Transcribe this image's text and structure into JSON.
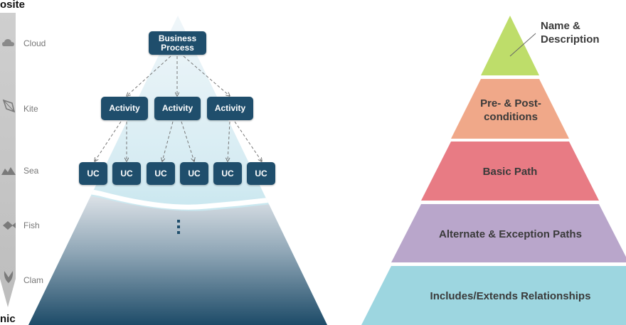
{
  "corners": {
    "top_left": "osite",
    "bottom_left": "nic"
  },
  "levels": [
    {
      "label": "Cloud",
      "icon": "cloud-icon"
    },
    {
      "label": "Kite",
      "icon": "kite-icon"
    },
    {
      "label": "Sea",
      "icon": "sea-waves-icon"
    },
    {
      "label": "Fish",
      "icon": "fish-icon"
    },
    {
      "label": "Clam",
      "icon": "clam-icon"
    }
  ],
  "hierarchy": {
    "root": "Business Process",
    "activities": [
      "Activity",
      "Activity",
      "Activity"
    ],
    "use_cases": [
      "UC",
      "UC",
      "UC",
      "UC",
      "UC",
      "UC"
    ]
  },
  "pyramid": {
    "tiers": [
      {
        "label": "Name & Description",
        "color": "#bedd6a"
      },
      {
        "label": "Pre- & Post-conditions",
        "color": "#f0a889"
      },
      {
        "label": "Basic Path",
        "color": "#e87b84"
      },
      {
        "label": "Alternate & Exception Paths",
        "color": "#b9a6cb"
      },
      {
        "label": "Includes/Extends Relationships",
        "color": "#9dd6e0"
      }
    ]
  },
  "colors": {
    "node": "#1f4e6c",
    "sky_light": "#eaf3f8",
    "sky_blue": "#a5d9e5",
    "deep": "#1f4e6c"
  }
}
